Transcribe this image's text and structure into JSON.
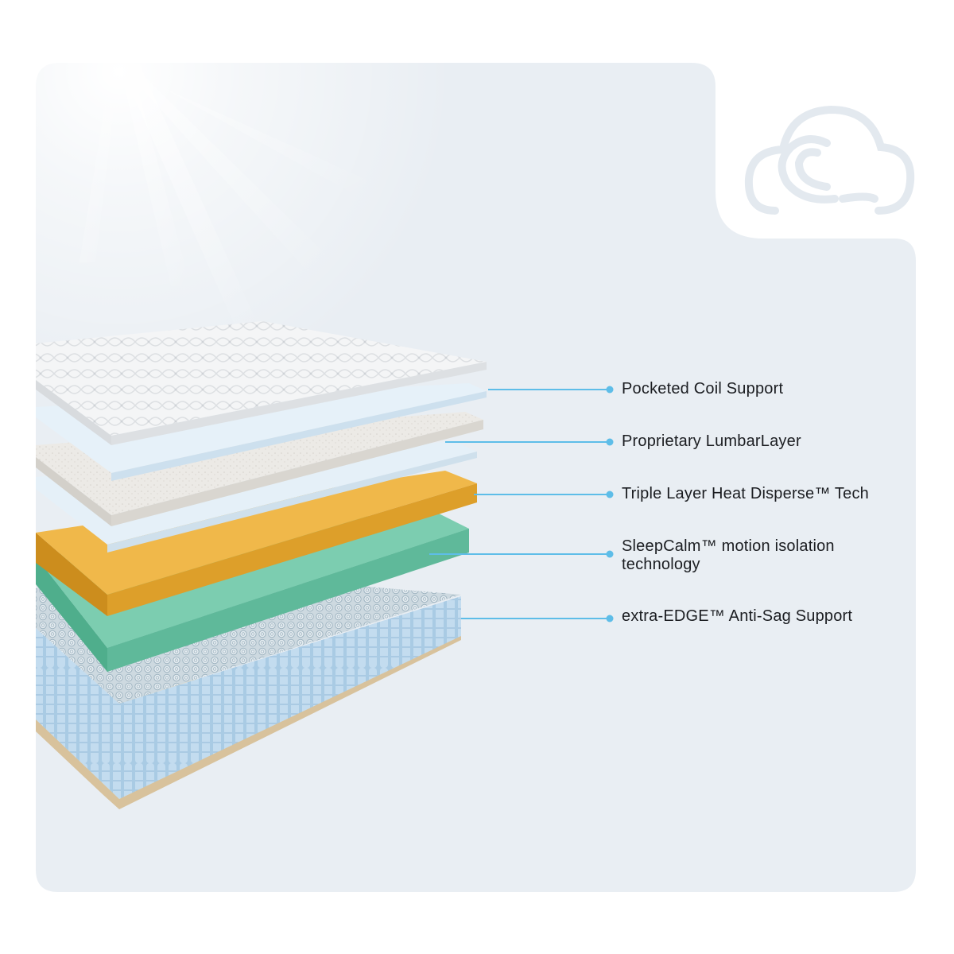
{
  "features": [
    {
      "label": "Pocketed Coil Support"
    },
    {
      "label": "Proprietary LumbarLayer"
    },
    {
      "label": "Triple Layer Heat Disperse™ Tech"
    },
    {
      "label": "SleepCalm™ motion isolation technology"
    },
    {
      "label": "extra-EDGE™ Anti-Sag Support"
    }
  ],
  "colors": {
    "panel": "#e9eef3",
    "accent": "#5ebde8",
    "text": "#1b1d21",
    "yellow_foam": "#e8aa2e",
    "green_foam": "#6fc4a6",
    "coil": "#b7d4ea",
    "base": "#e9d6b4"
  },
  "icons": [
    "cloud-wave-logo-icon",
    "sun-rays-icon"
  ]
}
